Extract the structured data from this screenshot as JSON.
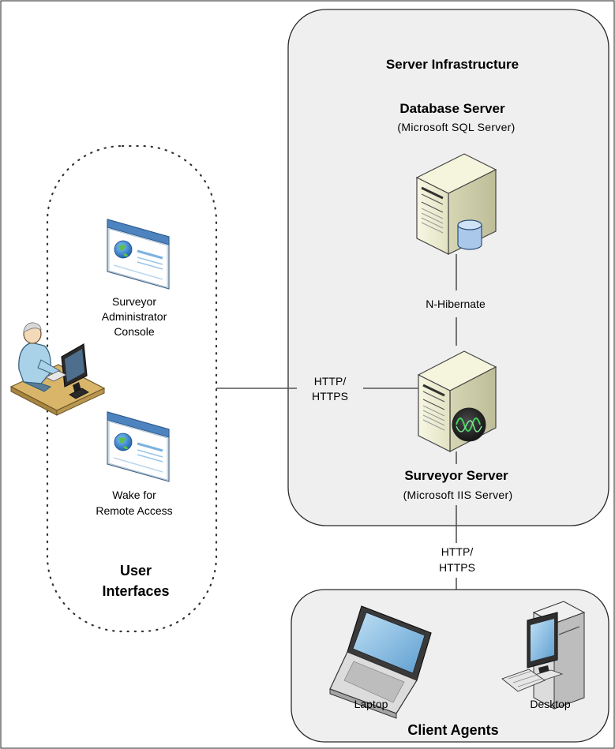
{
  "title": "Surveyor architecture diagram",
  "server_infrastructure": {
    "heading": "Server Infrastructure",
    "database_server": {
      "name": "Database Server",
      "subtitle": "(Microsoft SQL Server)"
    },
    "link_label": "N-Hibernate",
    "surveyor_server": {
      "name": "Surveyor Server",
      "subtitle": "(Microsoft IIS Server)"
    }
  },
  "user_interfaces": {
    "heading_line1": "User",
    "heading_line2": "Interfaces",
    "admin_console": {
      "line1": "Surveyor",
      "line2": "Administrator",
      "line3": "Console"
    },
    "wake": {
      "line1": "Wake for",
      "line2": "Remote Access"
    }
  },
  "connections": {
    "ui_to_server": {
      "line1": "HTTP/",
      "line2": "HTTPS"
    },
    "server_to_clients": {
      "line1": "HTTP/",
      "line2": "HTTPS"
    }
  },
  "client_agents": {
    "heading": "Client Agents",
    "laptop": "Laptop",
    "desktop": "Desktop"
  },
  "colors": {
    "panel_fill": "#efefef",
    "panel_stroke": "#2b2b2b",
    "server_body": "#eeeecf",
    "connector": "#555555",
    "db_cylinder": "#a9c8ea",
    "person_shirt": "#a9d2e8",
    "desk": "#d9b56a"
  }
}
